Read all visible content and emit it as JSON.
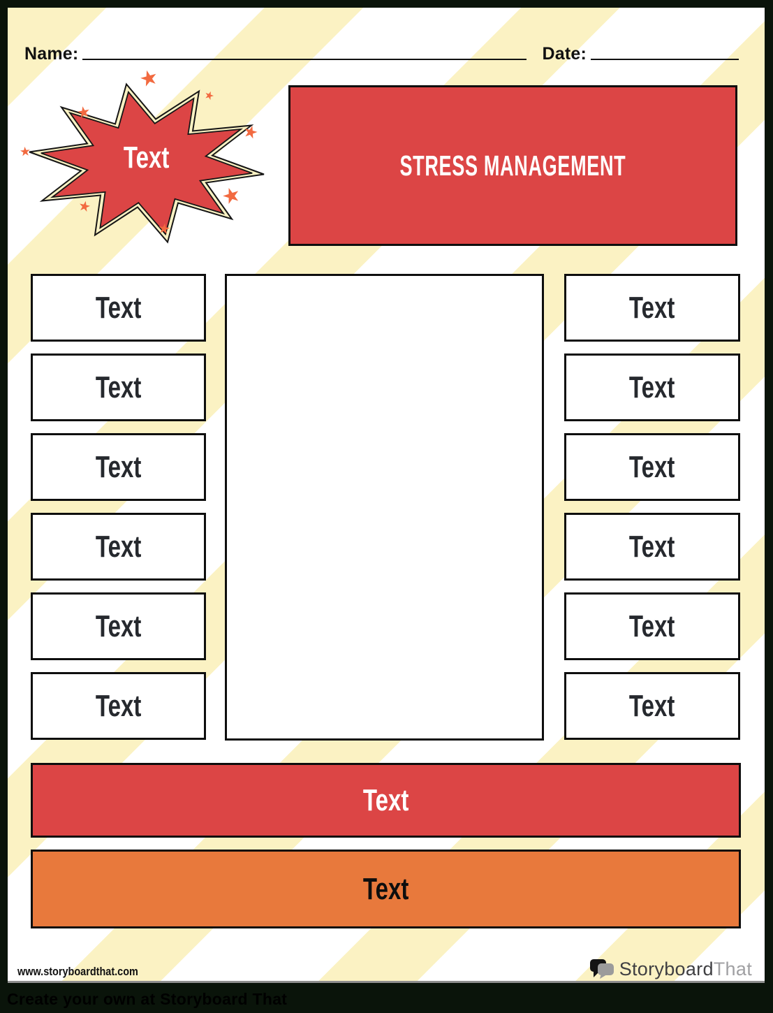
{
  "header": {
    "name_label": "Name:",
    "date_label": "Date:"
  },
  "banner": {
    "title": "STRESS MANAGEMENT"
  },
  "star": {
    "label": "Text"
  },
  "boxes": {
    "left": [
      "Text",
      "Text",
      "Text",
      "Text",
      "Text",
      "Text"
    ],
    "right": [
      "Text",
      "Text",
      "Text",
      "Text",
      "Text",
      "Text"
    ]
  },
  "bars": {
    "red_label": "Text",
    "orange_label": "Text"
  },
  "footer": {
    "url": "www.storyboardthat.com",
    "logo_part1": "Storyboard",
    "logo_part2": "That",
    "tagline": "Create your own at Storyboard That"
  },
  "colors": {
    "red": "#DC4545",
    "orange": "#E8793C",
    "stripe_yellow": "#FBF2C3",
    "box_text": "#26292E",
    "star_accent": "#F26A40",
    "frame": "#0A140A"
  }
}
